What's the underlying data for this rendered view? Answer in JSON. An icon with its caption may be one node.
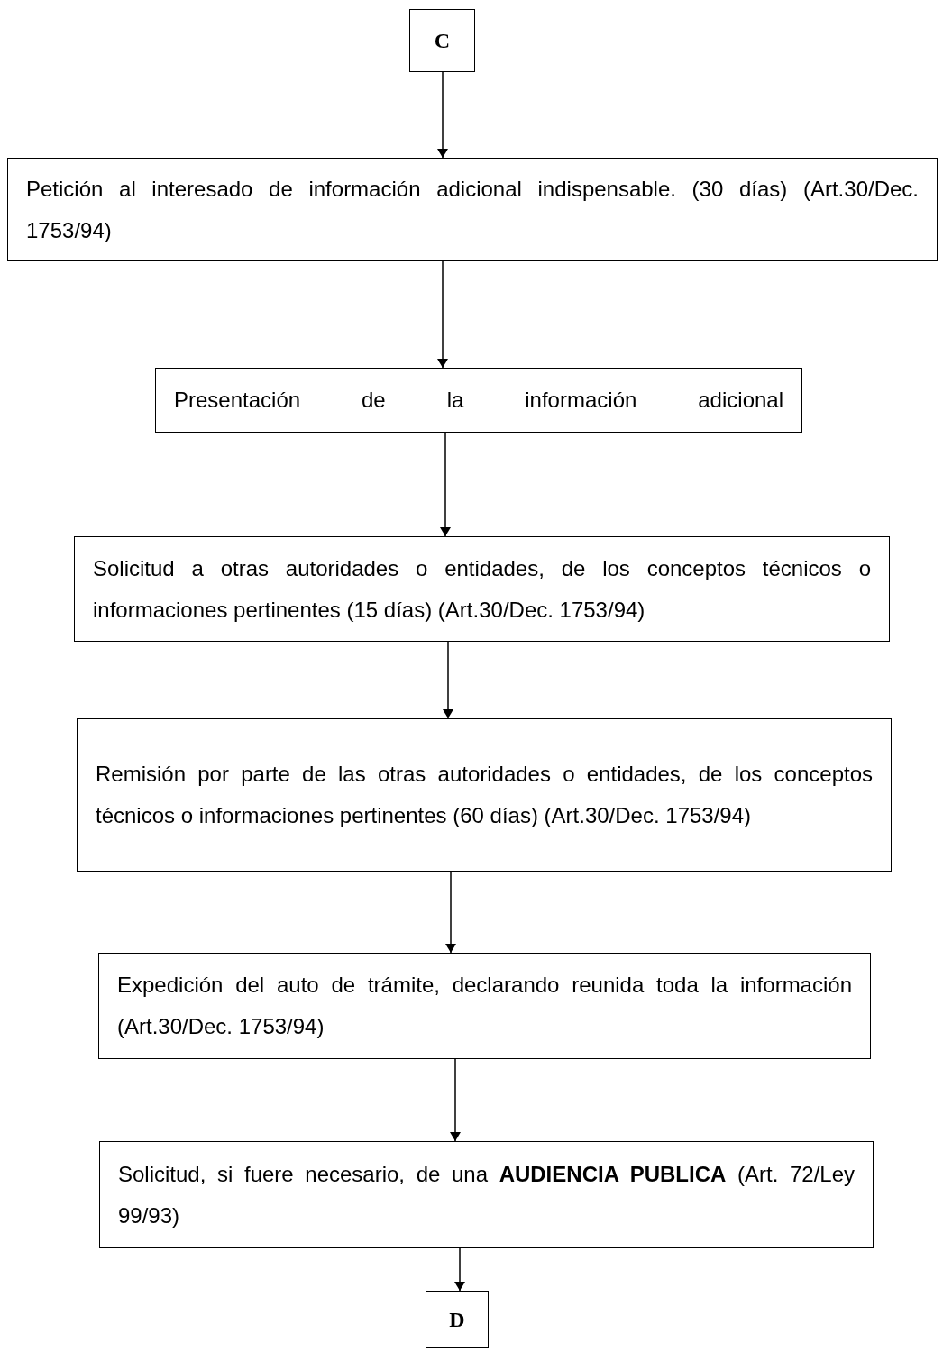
{
  "diagram": {
    "nodes": [
      {
        "text": [
          "C"
        ]
      },
      {
        "text": [
          "Petición al interesado de información adicional indispensable. (30 días) (Art.30/Dec. 1753/94)"
        ]
      },
      {
        "text": [
          "Presentación de la información adicional"
        ]
      },
      {
        "text": [
          "Solicitud a otras autoridades o entidades, de los conceptos técnicos o informaciones pertinentes (15 días) (Art.30/Dec. 1753/94)"
        ]
      },
      {
        "text": [
          "Remisión por parte de las otras autoridades o entidades, de los conceptos técnicos o informaciones pertinentes (60 días) (Art.30/Dec. 1753/94)"
        ]
      },
      {
        "text": [
          "Expedición del auto de trámite, declarando reunida toda la información (Art.30/Dec. 1753/94)"
        ]
      },
      {
        "text": [
          "Solicitud, si fuere necesario, de una **AUDIENCIA PUBLICA** (Art. 72/Ley 99/93)"
        ]
      },
      {
        "text": [
          "D"
        ]
      }
    ],
    "edges": [
      {
        "from": 0,
        "to": 1,
        "arrow": "to"
      },
      {
        "from": 1,
        "to": 2,
        "arrow": "to"
      },
      {
        "from": 2,
        "to": 3,
        "arrow": "to"
      },
      {
        "from": 3,
        "to": 4,
        "arrow": "to"
      },
      {
        "from": 4,
        "to": 5,
        "arrow": "to"
      },
      {
        "from": 5,
        "to": 6,
        "arrow": "to"
      },
      {
        "from": 6,
        "to": 7,
        "arrow": "to"
      }
    ]
  }
}
